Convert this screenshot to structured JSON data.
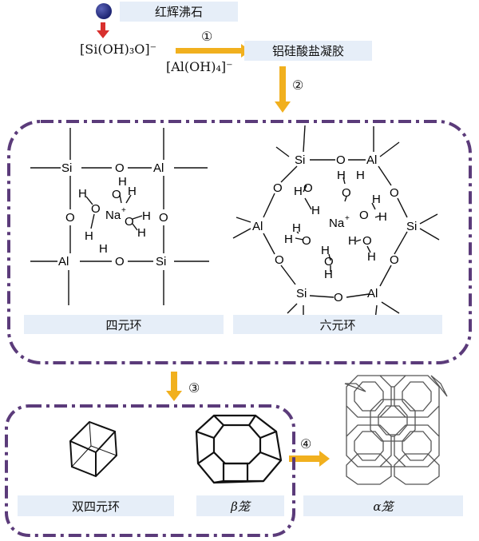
{
  "colors": {
    "dashed_border": "#5b3b7a",
    "arrow": "#f1b01e",
    "red_arrow": "#d8302e",
    "ball": "#1d2472",
    "label_bg": "#e6eef8"
  },
  "top": {
    "start_label": "红辉沸石",
    "silicate": "[Si(OH)₃O]⁻",
    "aluminate": "[Al(OH)₄]⁻",
    "gel_label": "铝硅酸盐凝胶",
    "step1": "①",
    "step2": "②"
  },
  "rings": {
    "four_ring_label": "四元环",
    "six_ring_label": "六元环",
    "atoms": {
      "si": "Si",
      "al": "Al",
      "o": "O",
      "h": "H",
      "na": "Na",
      "plus": "+"
    }
  },
  "cages": {
    "step3": "③",
    "step4": "④",
    "d4r_label": "双四元环",
    "beta_label": "β笼",
    "alpha_label": "α笼"
  }
}
